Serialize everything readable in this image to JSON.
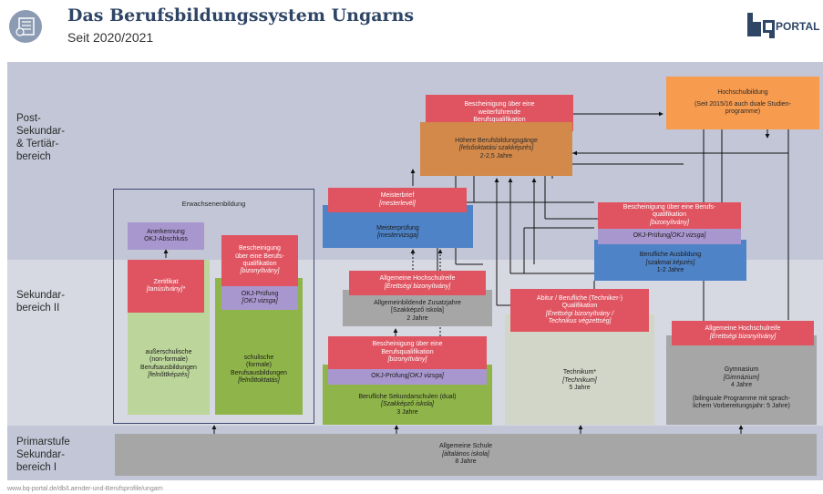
{
  "header": {
    "title": "Das Berufsbildungssystem Ungarns",
    "subtitle": "Seit 2020/2021",
    "logo_text": "PORTAL"
  },
  "zones": {
    "tertiary": "Post-\nSekundar-\n& Tertiär-\nbereich",
    "secondary2": "Sekundar-\nbereich II",
    "primary": "Primarstufe\nSekundar-\nbereich I"
  },
  "boxes": {
    "hochschul": {
      "title": "Hochschulbildung",
      "body": "(Seit 2015/16 auch duale Studien-\nprogramme)"
    },
    "bescheinigung_weiter": {
      "text": "Bescheinigung über eine\nweiterführende\nBerufsqualifikation"
    },
    "hoehere": {
      "line1": "Höhere Berufsbildungsgänge",
      "line2": "[felsőoktatási szakképzés]",
      "line3": "2-2,5 Jahre"
    },
    "erwachsenen": {
      "title": "Erwachsenenbildung"
    },
    "anerkennung": {
      "text": "Anerkennung\nOKJ-Abschluss"
    },
    "zertifikat": {
      "line1": "Zertifikat",
      "line2": "[tanúsítvány]*"
    },
    "bescheinigung_bq": {
      "line1": "Bescheinigung\nüber eine Berufs-\nqualifikation",
      "line2": "[bizonyítvány]"
    },
    "okj_small": {
      "line1": "OKJ-Prüfung",
      "line2": "[OKJ vizsga]"
    },
    "ausserschulisch": {
      "line1": "außerschulische\n(non-formale)\nBerufsausbildungen",
      "line2": "[felnőttképzés]"
    },
    "schulisch": {
      "line1": "schulische\n(formale)\nBerufsausbildungen",
      "line2": "[felnőttoktatás]"
    },
    "meisterbrief": {
      "line1": "Meisterbrief",
      "line2": "[mesterlevél]"
    },
    "meisterpruefung": {
      "line1": "Meisterprüfung",
      "line2": "[mestervizsga]"
    },
    "ahr_mid": {
      "line1": "Allgemeine Hochschulreife",
      "line2": "[Érettségi bizonyítvány]"
    },
    "zusatzjahre": {
      "line1": "Allgemeinbildende Zusatzjahre",
      "line2": "[Szakképző iskola]",
      "line3": "2 Jahre"
    },
    "bescheinigung_dual": {
      "line1": "Bescheinigung  über eine\nBerufsqualifikation",
      "line2": "[bizonyítvány]"
    },
    "okj_dual": {
      "line1": "OKJ-Prüfung ",
      "line2": "[OKJ vizsga]"
    },
    "berufliche_sek": {
      "line1": "Berufliche Sekundarschulen (dual)",
      "line2": "[Szakképző iskola]",
      "line3": "3 Jahre"
    },
    "abitur": {
      "line1": "Abitur / Berufliche (Techniker-)\nQualifikation",
      "line2": "[Érettségi bizonyítvány /\nTechnikus végzettség]"
    },
    "technikum": {
      "line1": "Technikum*",
      "line2": "[Technikum]",
      "line3": "5 Jahre"
    },
    "bescheinigung_aus": {
      "line1": "Bescheinigung über eine Berufs-\nqualifikation ",
      "line2": "[bizonyítvány]"
    },
    "okj_aus": {
      "line1": "OKJ-Prüfung ",
      "line2": "[OKJ vizsga]"
    },
    "berufliche_aus": {
      "line1": "Berufliche Ausbildung",
      "line2": "[szakmai képzés]",
      "line3": "1-2 Jahre"
    },
    "ahr_right": {
      "line1": "Allgemeine Hochschulreife",
      "line2": "[Érettségi bizonyítvány]"
    },
    "gymnasium": {
      "line1": "Gymnasium",
      "line2": "[Gimnázium]",
      "line3": "4 Jahre",
      "line4": "(bilinguale Programme mit sprach-\nlichem Vorbereitungsjahr: 5 Jahre)"
    },
    "allgemeine_schule": {
      "line1": "Allgemeine Schule",
      "line2": "[általános iskola]",
      "line3": "8 Jahre"
    }
  },
  "footer": "www.bq-portal.de/db/Laender-und-Berufsprofile/ungarn",
  "colors": {
    "red": "#e05461",
    "orange": "#f79b4f",
    "brown": "#d2894a",
    "blue": "#4e83c7",
    "green": "#8fb54a",
    "light_green": "#bcd59a",
    "gray": "#a6a6a6",
    "purple": "#a897cf",
    "title": "#2e4566"
  }
}
